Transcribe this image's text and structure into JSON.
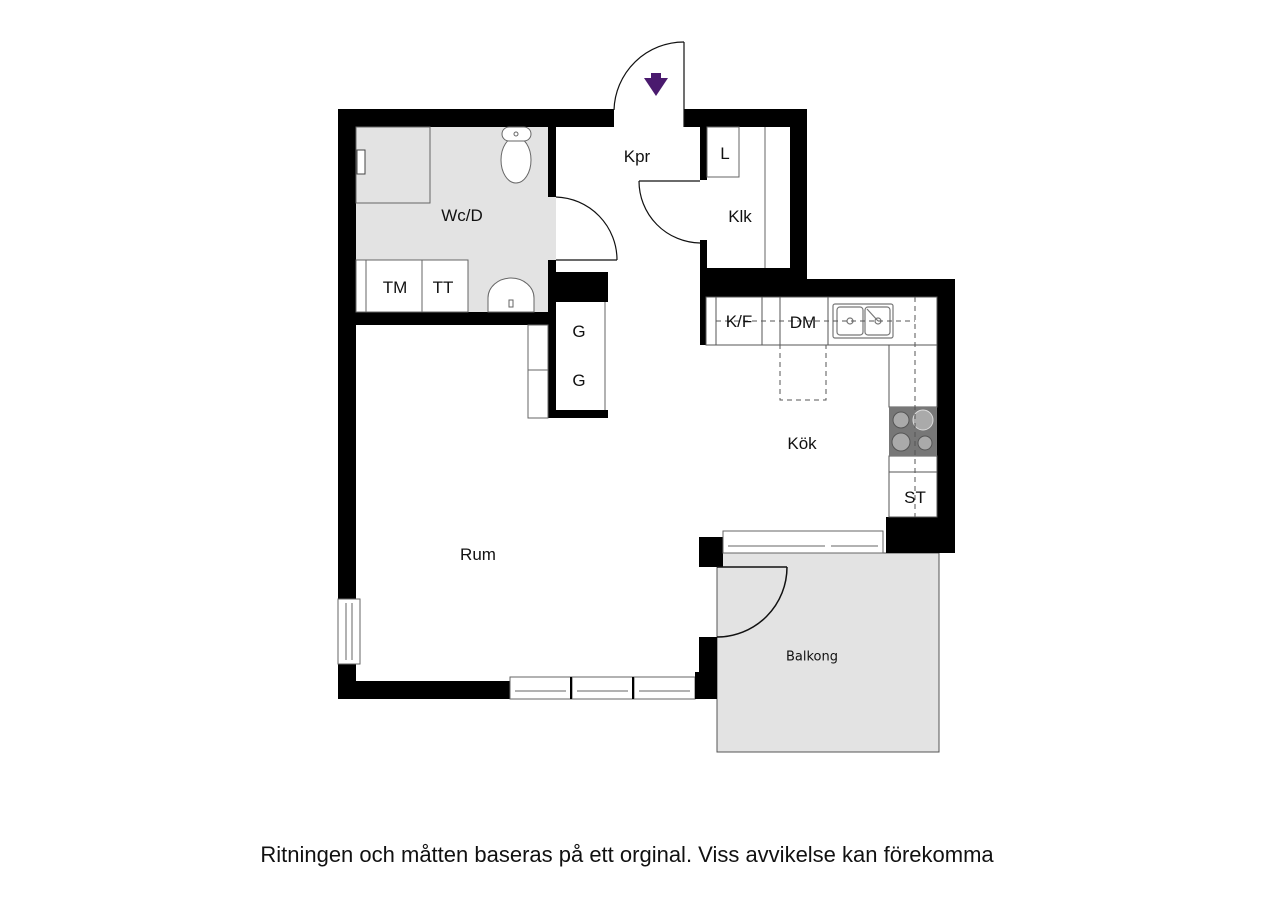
{
  "floorplan": {
    "rooms": {
      "wc_d": {
        "label": "Wc/D"
      },
      "kpr": {
        "label": "Kpr"
      },
      "klk": {
        "label": "Klk"
      },
      "linen": {
        "label": "L"
      },
      "kok": {
        "label": "Kök"
      },
      "rum": {
        "label": "Rum"
      },
      "balkong": {
        "label": "Balkong"
      }
    },
    "fixtures": {
      "tm": {
        "label": "TM"
      },
      "tt": {
        "label": "TT"
      },
      "g1": {
        "label": "G"
      },
      "g2": {
        "label": "G"
      },
      "kf": {
        "label": "K/F"
      },
      "dm": {
        "label": "DM"
      },
      "st": {
        "label": "ST"
      }
    },
    "entrance_icon": "entrance-arrow-icon",
    "colors": {
      "wall": "#000000",
      "wet_room": "#e3e3e3",
      "balcony": "#e3e3e3",
      "entrance_arrow": "#4a1a6e",
      "stove": "#777777"
    }
  },
  "caption": "Ritningen och måtten baseras på ett orginal. Viss avvikelse kan förekomma"
}
